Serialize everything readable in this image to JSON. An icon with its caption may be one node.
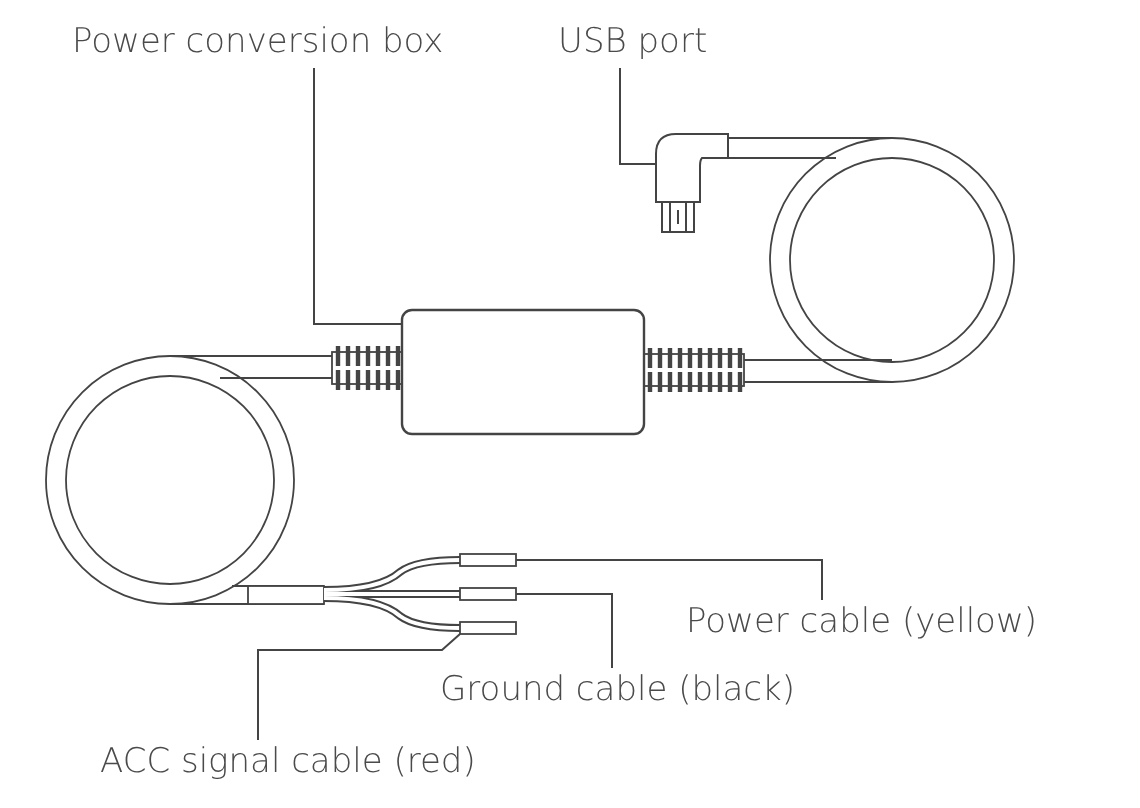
{
  "diagram": {
    "nodes": [
      {
        "text": [
          "Power conversion box"
        ]
      },
      {
        "text": [],
        "shape": "box"
      },
      {
        "text": [
          "USB port"
        ]
      },
      {
        "text": [],
        "shape": "picture"
      },
      {
        "text": [
          "Power cable (yellow)"
        ]
      },
      {
        "text": [],
        "shape": "bar"
      },
      {
        "text": [
          "Ground cable (black)"
        ]
      },
      {
        "text": [],
        "shape": "bar"
      },
      {
        "text": [
          "ACC signal cable (red)"
        ]
      },
      {
        "text": [],
        "shape": "bar"
      }
    ],
    "edges": [
      {
        "from": 0,
        "to": 1,
        "arrow": "none"
      },
      {
        "from": 2,
        "to": 3,
        "arrow": "none"
      },
      {
        "from": 4,
        "to": 5,
        "arrow": "none"
      },
      {
        "from": 6,
        "to": 7,
        "arrow": "none"
      },
      {
        "from": 8,
        "to": 9,
        "arrow": "none"
      }
    ]
  }
}
